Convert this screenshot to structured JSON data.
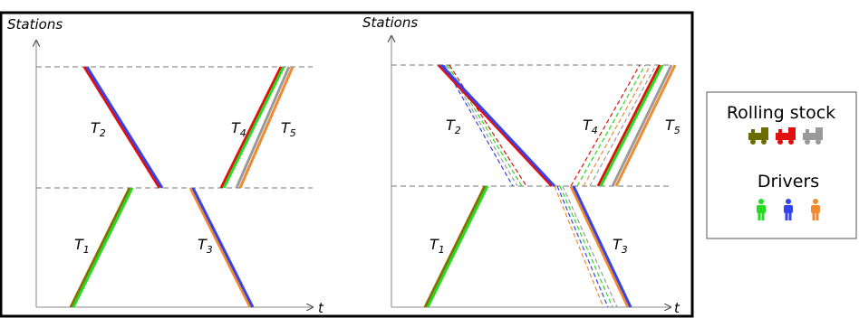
{
  "y_axis_label": "Stations",
  "x_axis_label": "t",
  "left_panel": {
    "trains": [
      "T1",
      "T2",
      "T3",
      "T4",
      "T5"
    ]
  },
  "right_panel": {
    "trains": [
      "T1",
      "T2",
      "T3",
      "T4",
      "T5"
    ]
  },
  "legend": {
    "rolling_stock_title": "Rolling stock",
    "rolling_stock_colors": [
      "#6b6b00",
      "#e01010",
      "#9a9a9a"
    ],
    "drivers_title": "Drivers",
    "driver_colors": [
      "#22dd22",
      "#3344ee",
      "#f08a30"
    ],
    "rolling_stock_icon": "locomotive-icon",
    "driver_icon": "person-icon"
  }
}
